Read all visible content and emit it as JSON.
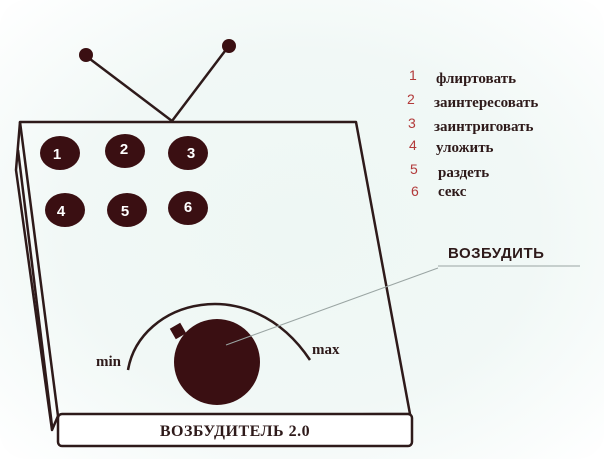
{
  "device": {
    "buttons": [
      "1",
      "2",
      "3",
      "4",
      "5",
      "6"
    ],
    "knob": {
      "callout_label": "ВОЗБУДИТЬ",
      "min_label": "min",
      "max_label": "max"
    },
    "nameplate": "ВОЗБУДИТЕЛЬ 2.0"
  },
  "menu": [
    {
      "num": "1",
      "label": "флиртовать"
    },
    {
      "num": "2",
      "label": "заинтересовать"
    },
    {
      "num": "3",
      "label": "заинтриговать"
    },
    {
      "num": "4",
      "label": "уложить"
    },
    {
      "num": "5",
      "label": "раздеть"
    },
    {
      "num": "6",
      "label": "секс"
    }
  ],
  "colors": {
    "ink": "#2e1a1a",
    "button_fill": "#3a0f12",
    "menu_number": "#b23a3a",
    "background": "#f1f8f6"
  }
}
